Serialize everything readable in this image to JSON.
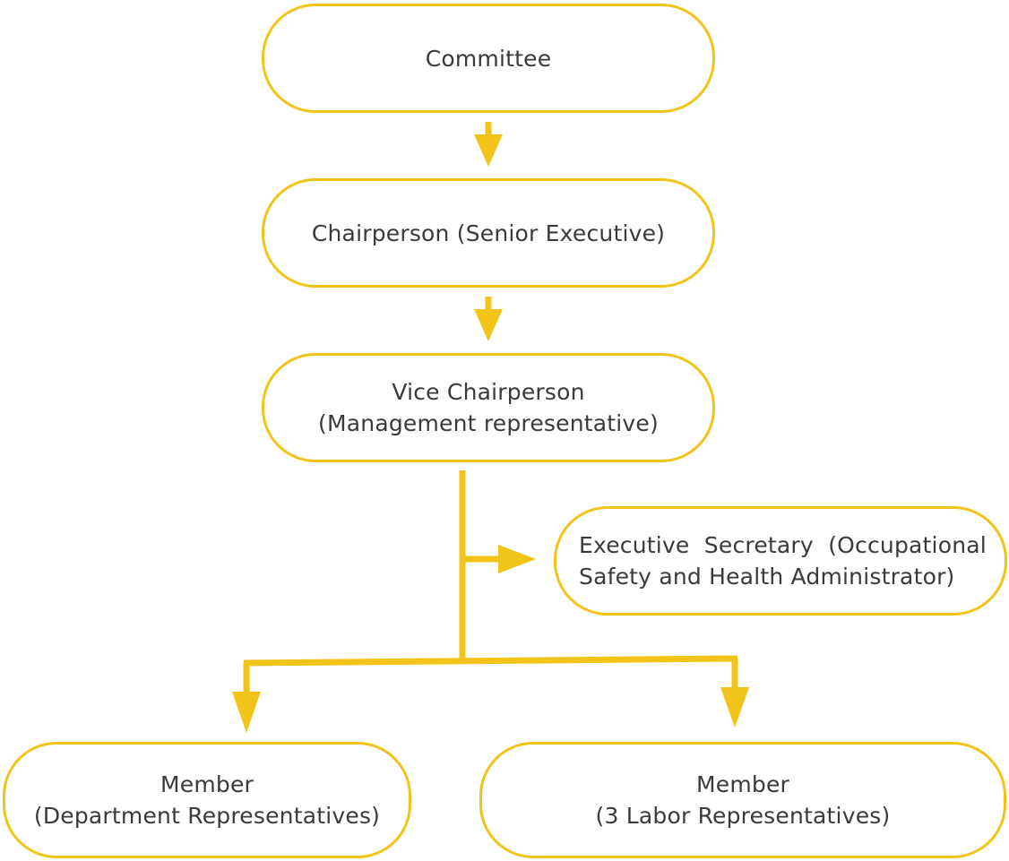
{
  "colors": {
    "accent": "#F2C318",
    "text": "#3a3a3a",
    "background": "#ffffff"
  },
  "nodes": {
    "committee": {
      "lines": [
        "Committee"
      ]
    },
    "chairperson": {
      "lines": [
        "Chairperson (Senior Executive)"
      ]
    },
    "vice_chairperson": {
      "lines": [
        "Vice Chairperson",
        "(Management representative)"
      ]
    },
    "executive_secretary": {
      "lines": [
        "Executive  Secretary  (Occupational",
        "Safety and Health Administrator)"
      ]
    },
    "member_department": {
      "lines": [
        "Member",
        "(Department Representatives)"
      ]
    },
    "member_labor": {
      "lines": [
        "Member",
        "(3 Labor Representatives)"
      ]
    }
  },
  "edges": [
    {
      "from": "committee",
      "to": "chairperson"
    },
    {
      "from": "chairperson",
      "to": "vice_chairperson"
    },
    {
      "from": "vice_chairperson",
      "to": "executive_secretary"
    },
    {
      "from": "vice_chairperson",
      "to": "member_department"
    },
    {
      "from": "vice_chairperson",
      "to": "member_labor"
    }
  ]
}
